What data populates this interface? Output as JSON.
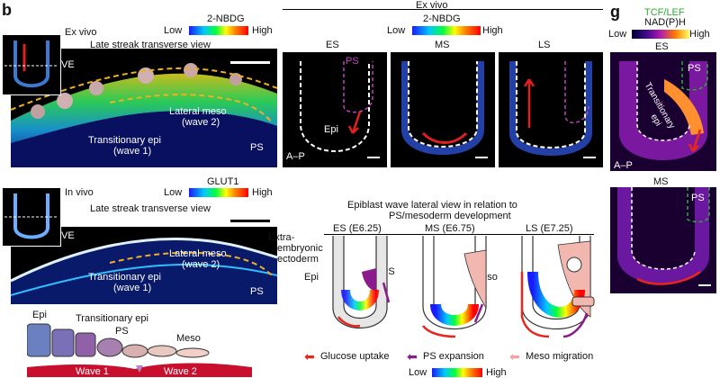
{
  "panel_b": {
    "letter": "b",
    "top": {
      "exvivo": "Ex vivo",
      "title": "Late streak transverse view",
      "cbar_title": "2-NBDG",
      "low": "Low",
      "high": "High",
      "ve": "VE",
      "lateral1": "Lateral meso",
      "lateral2": "(wave 2)",
      "trans1": "Transitionary epi",
      "trans2": "(wave 1)",
      "ps": "PS"
    },
    "bottom": {
      "invivo": "In vivo",
      "title": "Late streak transverse view",
      "cbar_title": "GLUT1",
      "low": "Low",
      "high": "High",
      "ve": "VE",
      "lateral1": "Lateral meso",
      "lateral2": "(wave 2)",
      "trans1": "Transitionary epi",
      "trans2": "(wave 1)",
      "ps": "PS"
    },
    "schematic": {
      "epi": "Epi",
      "trans": "Transitionary epi",
      "ps": "PS",
      "meso": "Meso",
      "wave1": "Wave 1",
      "wave2": "Wave 2"
    }
  },
  "panel_c": {
    "header": "Ex vivo",
    "cbar_title": "2-NBDG",
    "low": "Low",
    "high": "High",
    "stages": [
      "ES",
      "MS",
      "LS"
    ],
    "ps": "PS",
    "epi": "Epi",
    "ap": "A–P"
  },
  "panel_d": {
    "title1": "Epiblast wave lateral view in relation to",
    "title2": "PS/mesoderm development",
    "stage_es": "ES (E6.25)",
    "stage_ms": "MS (E6.75)",
    "stage_ls": "LS (E7.25)",
    "extra1": "Extra-",
    "extra2": "embryonic",
    "extra3": "ectoderm",
    "epi": "Epi",
    "ps": "PS",
    "meso": "Meso",
    "legend": [
      "Glucose uptake",
      "PS expansion",
      "Meso migration"
    ],
    "low": "Low",
    "high": "High",
    "colors": {
      "glucose": "#e8261c",
      "ps": "#8b1a8b",
      "meso": "#f2a0a0"
    }
  },
  "panel_g": {
    "letter": "g",
    "tcf": "TCF/LEF",
    "nadph": "NAD(P)H",
    "low": "Low",
    "high": "High",
    "es": "ES",
    "ps": "PS",
    "trans1": "Transitionary",
    "trans2": "epi",
    "ap": "A–P",
    "ms": "MS"
  }
}
